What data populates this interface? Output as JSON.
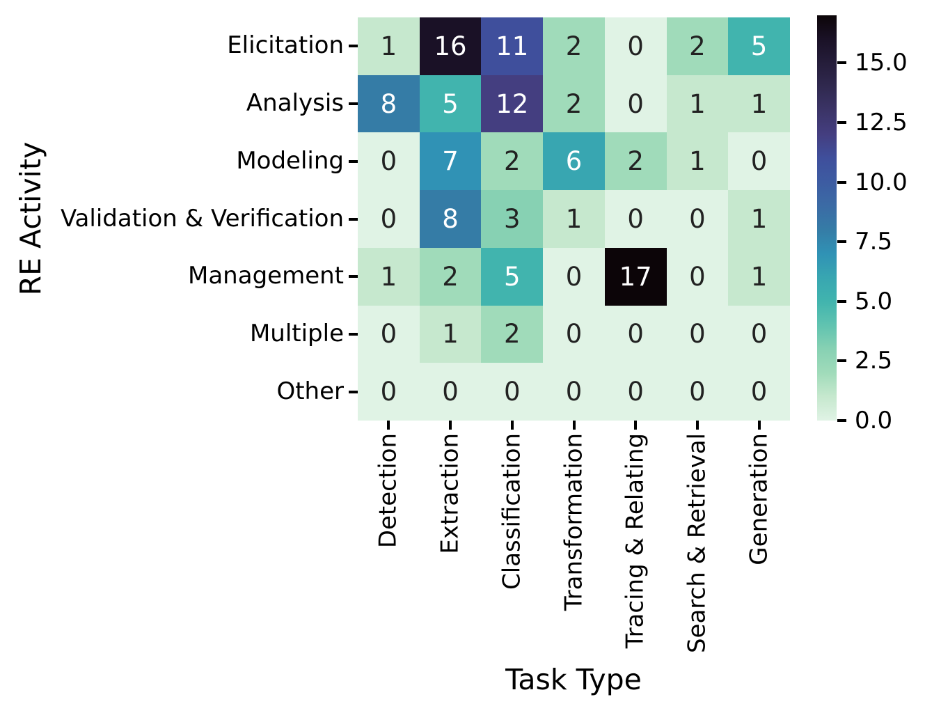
{
  "chart_data": {
    "type": "heatmap",
    "xlabel": "Task Type",
    "ylabel": "RE Activity",
    "rows": [
      "Elicitation",
      "Analysis",
      "Modeling",
      "Validation & Verification",
      "Management",
      "Multiple",
      "Other"
    ],
    "columns": [
      "Detection",
      "Extraction",
      "Classification",
      "Transformation",
      "Tracing & Relating",
      "Search & Retrieval",
      "Generation"
    ],
    "values": [
      [
        1,
        16,
        11,
        2,
        0,
        2,
        5
      ],
      [
        8,
        5,
        12,
        2,
        0,
        1,
        1
      ],
      [
        0,
        7,
        2,
        6,
        2,
        1,
        0
      ],
      [
        0,
        8,
        3,
        1,
        0,
        0,
        1
      ],
      [
        1,
        2,
        5,
        0,
        17,
        0,
        1
      ],
      [
        0,
        1,
        2,
        0,
        0,
        0,
        0
      ],
      [
        0,
        0,
        0,
        0,
        0,
        0,
        0
      ]
    ],
    "vmin": 0,
    "vmax": 17,
    "grid": false,
    "legend_position": "right-colorbar",
    "colorbar": {
      "tick_labels": [
        "0.0",
        "2.5",
        "5.0",
        "7.5",
        "10.0",
        "12.5",
        "15.0"
      ],
      "tick_values": [
        0,
        2.5,
        5,
        7.5,
        10,
        12.5,
        15
      ]
    },
    "colormap": {
      "name": "mako_r",
      "annotation_white_threshold": 5,
      "annotation_dark_color": "#222222",
      "annotation_light_color": "#ffffff",
      "stops": [
        {
          "v": 0,
          "c": "#E0F3E5"
        },
        {
          "v": 1,
          "c": "#C6E8CE"
        },
        {
          "v": 2,
          "c": "#A0DBBA"
        },
        {
          "v": 3,
          "c": "#87D1B3"
        },
        {
          "v": 4,
          "c": "#60C3B0"
        },
        {
          "v": 5,
          "c": "#41B4AE"
        },
        {
          "v": 6,
          "c": "#38A6B1"
        },
        {
          "v": 7,
          "c": "#3092B5"
        },
        {
          "v": 8,
          "c": "#357CA6"
        },
        {
          "v": 9,
          "c": "#3B6BA5"
        },
        {
          "v": 10,
          "c": "#3D5CA2"
        },
        {
          "v": 11,
          "c": "#3F4F9C"
        },
        {
          "v": 12,
          "c": "#443E80"
        },
        {
          "v": 13,
          "c": "#3B3467"
        },
        {
          "v": 14,
          "c": "#30294F"
        },
        {
          "v": 15,
          "c": "#251D3A"
        },
        {
          "v": 16,
          "c": "#1A1126"
        },
        {
          "v": 17,
          "c": "#0C0508"
        }
      ]
    }
  }
}
